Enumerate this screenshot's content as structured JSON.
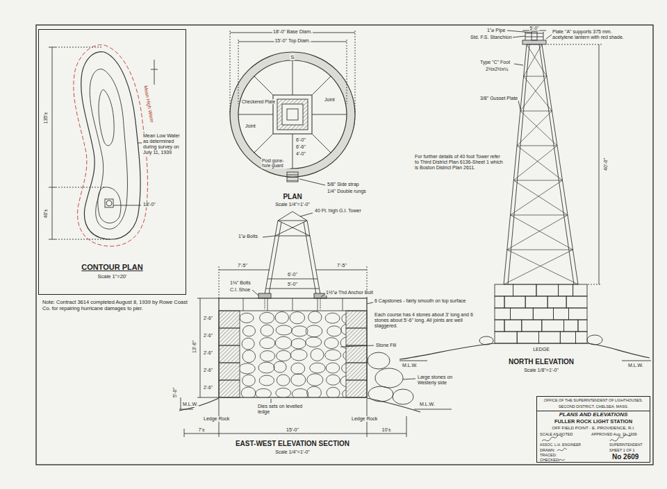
{
  "diagram": {
    "nodes": [
      {
        "text": [
          "CONTOUR PLAN",
          "Scale 1\"=20'"
        ]
      },
      {
        "text": [
          "OFFICE OF THE SUPERINTENDENT OF LIGHTHOUSES.",
          "SECOND DISTRICT. CHELSEA, MASS.",
          "PLANS AND ELEVATIONS",
          "FULLER ROCK LIGHT STATION",
          "OFF FIELD POINT - E. PROVIDENCE, R.I.",
          "SCALE AS NOTED",
          "APPROVED Aug. 11, 1939",
          "ASSOC. L.H. ENGINEER",
          "SUPERINTENDENT",
          "DRAWN:",
          "TRACED:",
          "CHECKED:",
          "SHEET 1 OF 1",
          "No 2609"
        ]
      }
    ],
    "labels": [
      "Mean Low Water as determined during survey on July 11, 1939",
      "Mean High Water",
      "135'±",
      "40'±",
      "18'-0\"",
      "Note: Contract 3614 completed August 8, 1939 by Rowe Coast Co. for repairing hurricane damages to pier.",
      "18'-0\" Base Diam.",
      "15'-0\" Top Diam.",
      "S",
      "Checkered Plate",
      "Joint",
      "Joint",
      "Post gone-hole guard",
      "5/8\" Side strap",
      "1/4\" Double rungs",
      "PLAN",
      "Scale 1/4\"=1'-0\"",
      "6'-0\"",
      "6'-6\"",
      "4'-0\"",
      "40 Ft. high G.I. Tower",
      "1\"⌀ Bolts",
      "7'-5\"",
      "7'-5\"",
      "6'-0\"",
      "5'-0\"",
      "1⅛\" Bolts",
      "C.I. Shoe",
      "1½\"⌀ Thd Anchor Bolt",
      "6 Capstones - fairly smooth on top surface",
      "Each course has 4 stones about 3' long and 6 stones about 5'-6\" long. All joints are well staggered.",
      "Stone Fill",
      "13'-6\"",
      "2'-6\"",
      "2'-6\"",
      "2'-6\"",
      "2'-6\"",
      "2'-6\"",
      "5'-0\"",
      "M.L.W.",
      "M.L.W.",
      "Ledge Rock",
      "Ledge Rock",
      "Dies sets on levelled ledge",
      "15'-0\"",
      "7'±",
      "10'±",
      "Large stones on Westerly side",
      "EAST-WEST ELEVATION SECTION",
      "Scale 1/4\"=1'-0\"",
      "1\"⌀ Pipe",
      "Std. F.S. Stanchion",
      "5'-0\"",
      "Plate \"A\" supports 375 mm. acetylene lantern with red shade.",
      "Type \"C\" Foot",
      "2½x2½x¼",
      "3/8\" Gusset Plate",
      "For further details of 40 foot Tower refer to Third District Plan 6136-Sheet 1 which is Boston District Plan 2611.",
      "40'-0\"",
      "LEDGE",
      "M.L.W.",
      "M.L.W.",
      "NORTH ELEVATION",
      "Scale 1/8\"=1'-0\""
    ]
  }
}
